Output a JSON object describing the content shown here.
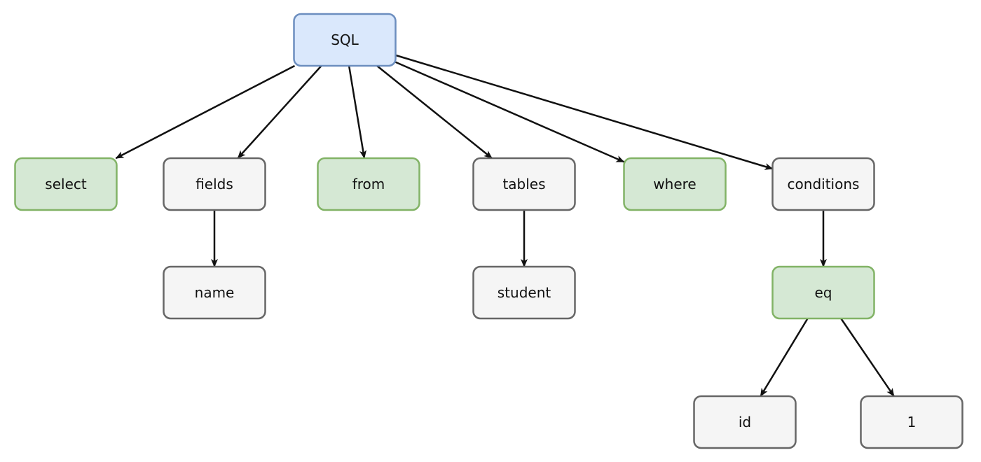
{
  "palette": {
    "root": {
      "fill": "#dae8fc",
      "stroke": "#6c8ebf"
    },
    "keyword": {
      "fill": "#d5e8d4",
      "stroke": "#82b366"
    },
    "value": {
      "fill": "#f5f5f5",
      "stroke": "#666666"
    },
    "edge": "#111111"
  },
  "nodes": [
    {
      "id": "sql",
      "label": "SQL",
      "kind": "root"
    },
    {
      "id": "select",
      "label": "select",
      "kind": "keyword"
    },
    {
      "id": "fields",
      "label": "fields",
      "kind": "value"
    },
    {
      "id": "from",
      "label": "from",
      "kind": "keyword"
    },
    {
      "id": "tables",
      "label": "tables",
      "kind": "value"
    },
    {
      "id": "where",
      "label": "where",
      "kind": "keyword"
    },
    {
      "id": "conditions",
      "label": "conditions",
      "kind": "value"
    },
    {
      "id": "name",
      "label": "name",
      "kind": "value"
    },
    {
      "id": "student",
      "label": "student",
      "kind": "value"
    },
    {
      "id": "eq",
      "label": "eq",
      "kind": "keyword"
    },
    {
      "id": "id",
      "label": "id",
      "kind": "value"
    },
    {
      "id": "one",
      "label": "1",
      "kind": "value"
    }
  ],
  "edges": [
    {
      "from": "sql",
      "to": "select"
    },
    {
      "from": "sql",
      "to": "fields"
    },
    {
      "from": "sql",
      "to": "from"
    },
    {
      "from": "sql",
      "to": "tables"
    },
    {
      "from": "sql",
      "to": "where"
    },
    {
      "from": "sql",
      "to": "conditions"
    },
    {
      "from": "fields",
      "to": "name"
    },
    {
      "from": "tables",
      "to": "student"
    },
    {
      "from": "conditions",
      "to": "eq"
    },
    {
      "from": "eq",
      "to": "id"
    },
    {
      "from": "eq",
      "to": "one"
    }
  ]
}
